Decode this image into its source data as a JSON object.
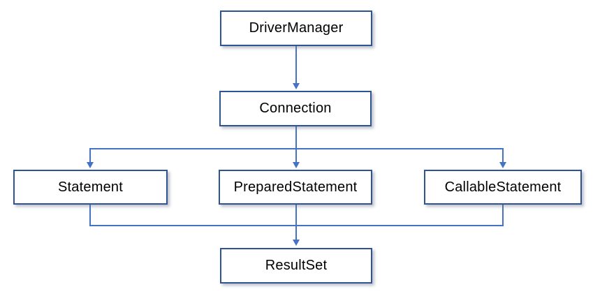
{
  "diagram": {
    "nodes": {
      "driver_manager": {
        "label": "DriverManager"
      },
      "connection": {
        "label": "Connection"
      },
      "statement": {
        "label": "Statement"
      },
      "prepared_statement": {
        "label": "PreparedStatement"
      },
      "callable_statement": {
        "label": "CallableStatement"
      },
      "result_set": {
        "label": "ResultSet"
      }
    },
    "edges": [
      {
        "from": "DriverManager",
        "to": "Connection",
        "arrow": true
      },
      {
        "from": "Connection",
        "to": "Statement",
        "arrow": true
      },
      {
        "from": "Connection",
        "to": "PreparedStatement",
        "arrow": true
      },
      {
        "from": "Connection",
        "to": "CallableStatement",
        "arrow": true
      },
      {
        "from": "Statement",
        "to": "ResultSet",
        "arrow": true
      },
      {
        "from": "PreparedStatement",
        "to": "ResultSet",
        "arrow": true
      },
      {
        "from": "CallableStatement",
        "to": "ResultSet",
        "arrow": true
      }
    ],
    "colors": {
      "box_border": "#2F5496",
      "box_fill": "#FFFFFF",
      "connector": "#4472C4",
      "text": "#000000",
      "background": "#FFFFFF"
    }
  }
}
